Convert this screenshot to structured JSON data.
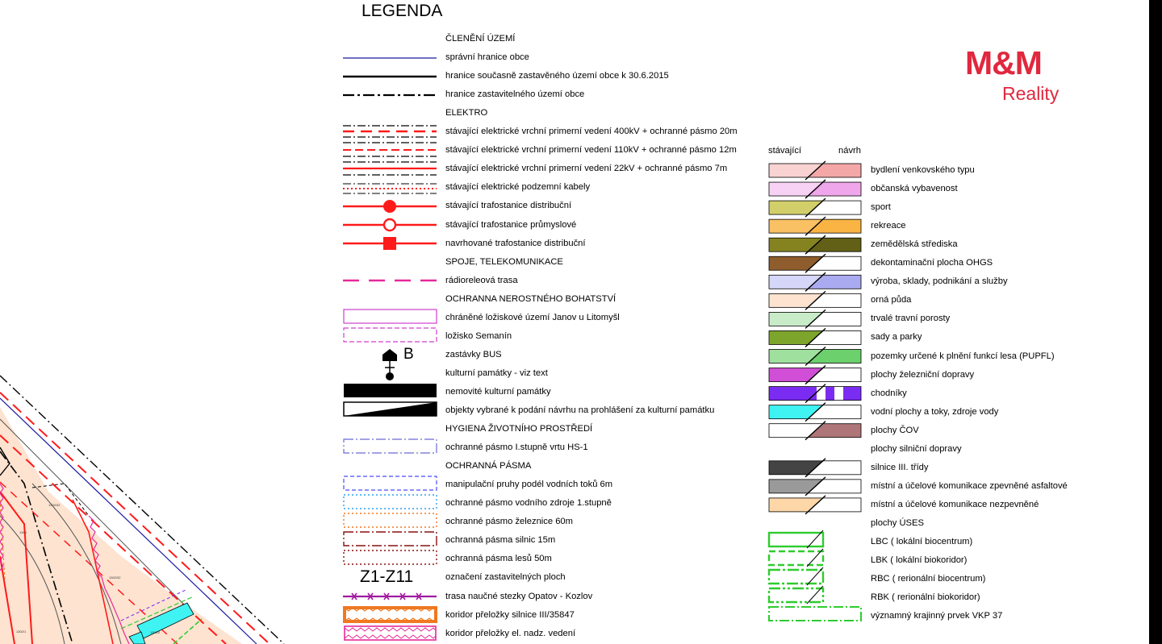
{
  "legend": {
    "title": "LEGENDA",
    "items": [
      {
        "text": "ČLENĚNÍ ÚZEMÍ"
      },
      {
        "text": "správní hranice obce"
      },
      {
        "text": "hranice současně zastavěného území obce k 30.6.2015"
      },
      {
        "text": "hranice zastavitelného území obce"
      },
      {
        "text": "ELEKTRO"
      },
      {
        "text": "stávající elektrické vrchní primerní vedení 400kV + ochranné pásmo 20m"
      },
      {
        "text": "stávající elektrické vrchní primerní vedení 110kV + ochranné pásmo 12m"
      },
      {
        "text": "stávající elektrické vrchní primerní vedení 22kV + ochranné pásmo 7m"
      },
      {
        "text": "stávající elektrické podzemní kabely"
      },
      {
        "text": "stávající trafostanice distribuční"
      },
      {
        "text": "stávající trafostanice průmyslové"
      },
      {
        "text": "navrhované trafostanice distribuční"
      },
      {
        "text": "SPOJE, TELEKOMUNIKACE"
      },
      {
        "text": "rádioreleová trasa"
      },
      {
        "text": "OCHRANNA NEROSTNÉHO BOHATSTVÍ"
      },
      {
        "text": "chráněné ložiskové území Janov u Litomyšl"
      },
      {
        "text": "ložisko Semanín"
      },
      {
        "text": "zastávky BUS"
      },
      {
        "text": "kulturní památky - viz text"
      },
      {
        "text": "nemovité kulturní památky"
      },
      {
        "text": "objekty vybrané k podání návrhu na prohlášení za kulturní památku"
      },
      {
        "text": "HYGIENA ŽIVOTNÍHO PROSTŘEDÍ"
      },
      {
        "text": "ochranné pásmo I.stupně vrtu  HS-1"
      },
      {
        "text": "OCHRANNÁ PÁSMA"
      },
      {
        "text": "manipulační pruhy podél vodních toků 6m"
      },
      {
        "text": "ochranné pásmo vodního zdroje 1.stupně"
      },
      {
        "text": "ochranné pásmo železnice 60m"
      },
      {
        "text": "ochranná pásma silnic 15m"
      },
      {
        "text": "ochranná pásma lesů 50m"
      },
      {
        "text": "označení zastavitelných ploch"
      },
      {
        "text": "trasa naučné stezky Opatov - Kozlov"
      },
      {
        "text": "koridor přeložky silnice III/35847"
      },
      {
        "text": "koridor přeložky el. nadz. vedení"
      }
    ],
    "bus_symbol_letter": "B",
    "zone_code": "Z1-Z11",
    "right_headers": {
      "existing": "stávající",
      "proposed": "návrh"
    },
    "right_items": [
      {
        "text": "bydlení venkovského typu",
        "fill_existing": "#f9d2d2",
        "fill_proposed": "#f4a7a7"
      },
      {
        "text": "občanská vybavenost",
        "fill_existing": "#f8d2f4",
        "fill_proposed": "#f0a6ea"
      },
      {
        "text": "sport",
        "fill_existing": "#d2cf6a",
        "fill_proposed": "#ffffff"
      },
      {
        "text": "rekreace",
        "fill_existing": "#fac064",
        "fill_proposed": "#f9b444"
      },
      {
        "text": "zemědělská střediska",
        "fill_existing": "#858320",
        "fill_proposed": "#625f17"
      },
      {
        "text": "dekontaminační plocha OHGS",
        "fill_existing": "#8f5d2d",
        "fill_proposed": "#ffffff"
      },
      {
        "text": "výroba, sklady, podnikání a služby",
        "fill_existing": "#d6d6f8",
        "fill_proposed": "#aaaaf1"
      },
      {
        "text": "orná půda",
        "fill_existing": "#fde3d0",
        "fill_proposed": "#ffffff"
      },
      {
        "text": "trvalé travní porosty",
        "fill_existing": "#c8ecc8",
        "fill_proposed": "#ffffff"
      },
      {
        "text": "sady a parky",
        "fill_existing": "#7ea52b",
        "fill_proposed": "#ffffff"
      },
      {
        "text": "pozemky určené k plnění funkcí lesa (PUPFL)",
        "fill_existing": "#9fe09f",
        "fill_proposed": "#6cd06c"
      },
      {
        "text": "plochy železniční dopravy",
        "fill_existing": "#d14fd6",
        "fill_proposed": "#ffffff"
      },
      {
        "text": "chodníky",
        "fill_existing": "#7b2cf2",
        "fill_proposed": "#7b2cf2"
      },
      {
        "text": "vodní plochy a toky, zdroje vody",
        "fill_existing": "#3ff3f3",
        "fill_proposed": "#ffffff"
      },
      {
        "text": "plochy ČOV",
        "fill_existing": "#ffffff",
        "fill_proposed": "#ae7678"
      },
      {
        "text": "plochy silniční dopravy"
      },
      {
        "text": "silnice III. třídy",
        "fill_existing": "#444444",
        "fill_proposed": "#ffffff"
      },
      {
        "text": "místní a účelové komunikace zpevněné asfaltové",
        "fill_existing": "#9a9a9a",
        "fill_proposed": "#ffffff"
      },
      {
        "text": "místní a účelové komunikace nezpevněné",
        "fill_existing": "#fdd7a8",
        "fill_proposed": "#ffffff"
      },
      {
        "text": "plochy ÚSES"
      },
      {
        "text": "LBC ( lokální biocentrum)"
      },
      {
        "text": "LBK ( lokální biokoridor)"
      },
      {
        "text": "RBC ( rerionální biocentrum)"
      },
      {
        "text": "RBK ( rerionální biokoridor)"
      },
      {
        "text": "významný krajinný prvek VKP 37"
      }
    ]
  },
  "map_labels": [
    "1302/32",
    "1302/32",
    "1304",
    "1302/1",
    "1302/2"
  ],
  "logo": {
    "brand": "M&M",
    "sub": "Reality",
    "color": "#e0283e"
  },
  "colors": {
    "red": "#ff1a1a",
    "blue": "#1a1aa0",
    "magenta": "#e6299b",
    "green": "#2ecc2e",
    "purple": "#a01aa0",
    "orange": "#f07820"
  }
}
